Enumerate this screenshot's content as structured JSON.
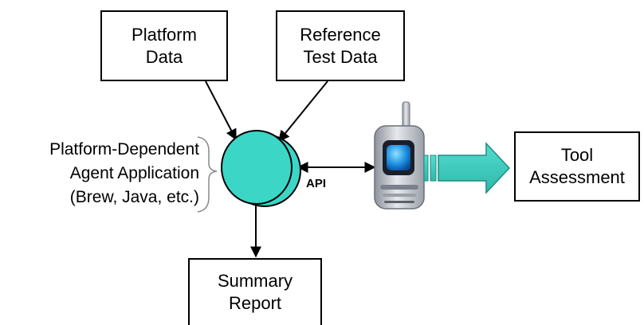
{
  "boxes": {
    "platform_data": {
      "line1": "Platform",
      "line2": "Data"
    },
    "reference_test_data": {
      "line1": "Reference",
      "line2": "Test Data"
    },
    "tool_assessment": {
      "line1": "Tool",
      "line2": "Assessment"
    },
    "summary_report": {
      "line1": "Summary",
      "line2": "Report"
    }
  },
  "agent": {
    "line1": "Platform-Dependent",
    "line2": "Agent Application",
    "line3": "(Brew, Java, etc.)"
  },
  "api_label": "API",
  "colors": {
    "circle_fill": "#3cd6c6",
    "arrow_fill": "#3cc6b8",
    "phone_body": "#c9ccd2",
    "phone_screen": "#2aa0e8",
    "line": "#000000"
  },
  "icons": {
    "agent_node": "stacked-circles-icon",
    "device": "mobile-phone-icon",
    "flow_arrow": "block-arrow-icon"
  }
}
